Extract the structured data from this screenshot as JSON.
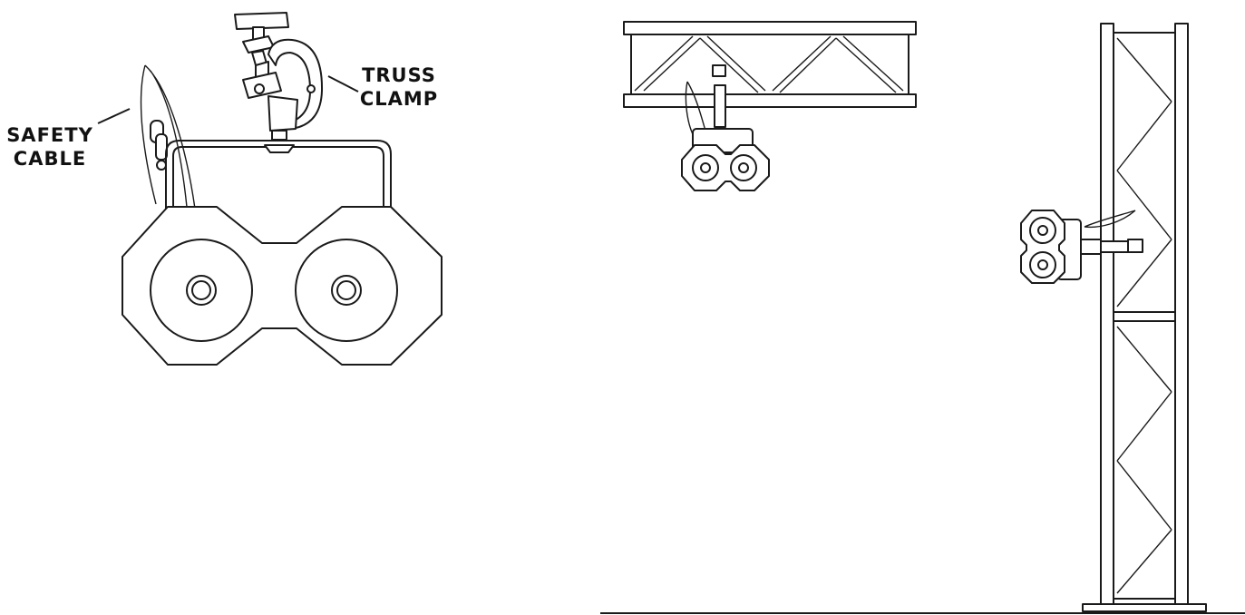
{
  "callouts": {
    "safety_cable": {
      "line1": "SAFETY",
      "line2": "CABLE"
    },
    "truss_clamp": {
      "line1": "TRUSS",
      "line2": "CLAMP"
    }
  },
  "colors": {
    "stroke": "#1a1a1a",
    "background": "#ffffff",
    "text": "#111111"
  },
  "views": [
    {
      "name": "fixture-with-clamp-and-safety-cable"
    },
    {
      "name": "fixture-hanging-from-horizontal-truss"
    },
    {
      "name": "fixture-mounted-on-vertical-truss"
    }
  ]
}
